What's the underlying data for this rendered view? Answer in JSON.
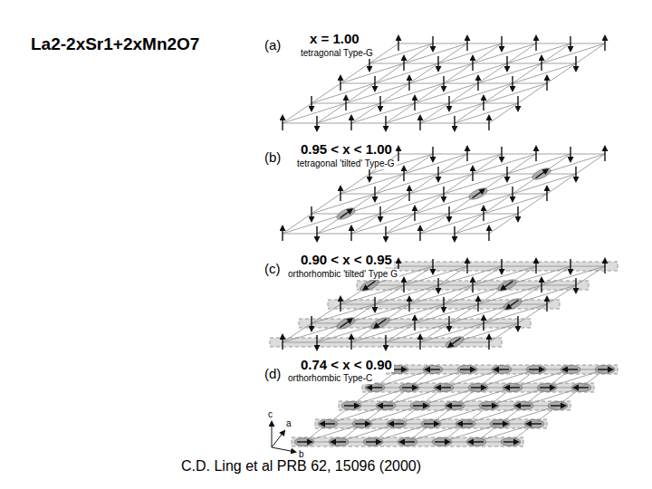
{
  "diagram": {
    "title": "La2-2xSr1+2xMn2O7",
    "caption": "C.D. Ling et al  PRB 62, 15096 (2000)",
    "labels": [
      "(a)",
      "x = 1.00",
      "tetragonal Type-G",
      "(b)",
      "0.95 < x < 1.00",
      "tetragonal 'tilted' Type-G",
      "(c)",
      "0.90 < x < 0.95",
      "orthorhombic 'tilted' Type G",
      "(d)",
      "0.74 < x < 0.90",
      "orthorhombic Type-C",
      "c",
      "a",
      "b"
    ]
  }
}
